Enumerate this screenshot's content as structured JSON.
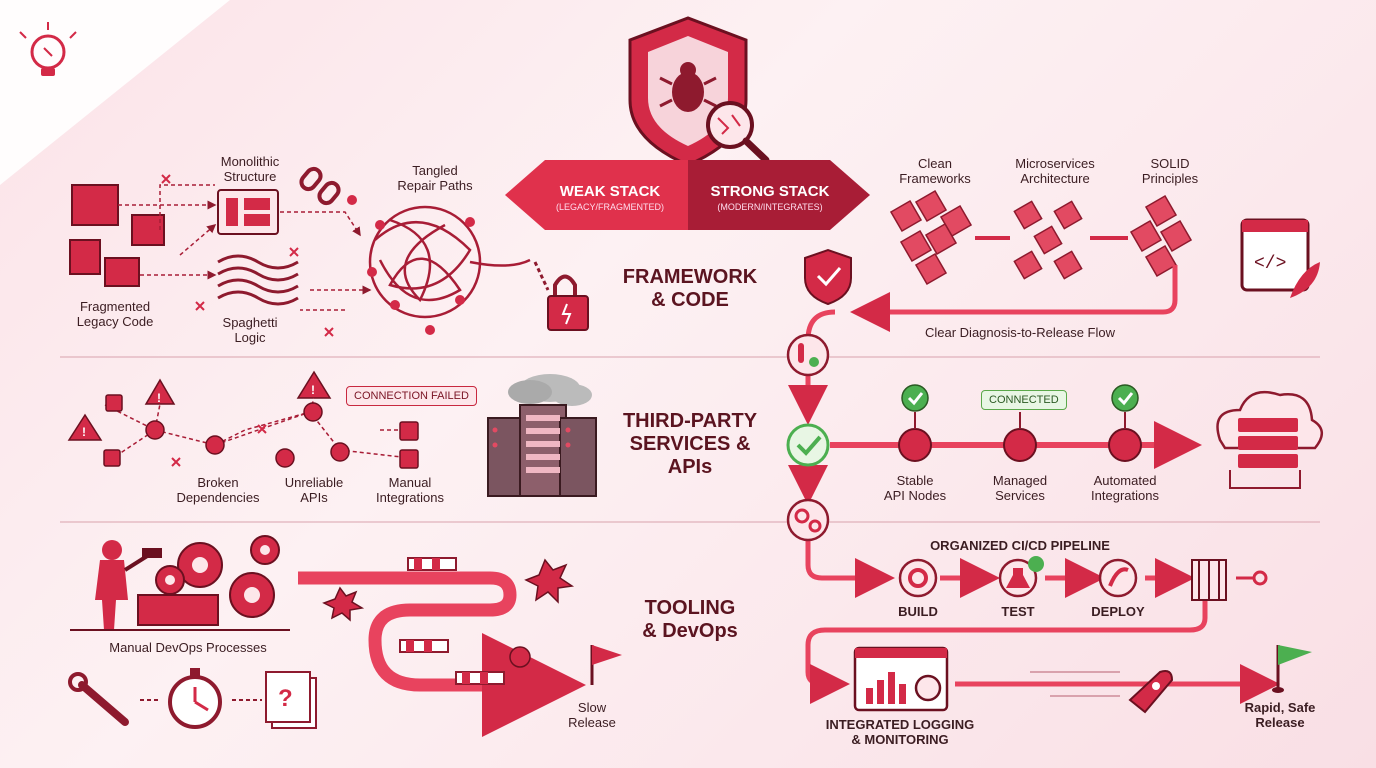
{
  "colors": {
    "accent": "#d32a47",
    "dark": "#8e1a2e",
    "green": "#4caf50",
    "background": "#fbe3e8"
  },
  "icons": [
    "lightbulb-icon",
    "shield-bug-icon",
    "magnifier-icon",
    "broken-chain-icon",
    "padlock-icon",
    "server-rack-icon",
    "cloud-server-icon",
    "code-window-icon",
    "gear-icon",
    "rocket-icon",
    "flag-icon",
    "stopwatch-icon",
    "wrench-icon",
    "warning-icon",
    "checkmark-icon",
    "barrier-icon",
    "gate-key-icon"
  ],
  "center": {
    "weak": {
      "title": "WEAK STACK",
      "subtitle": "(LEGACY/FRAGMENTED)"
    },
    "strong": {
      "title": "STRONG STACK",
      "subtitle": "(MODERN/INTEGRATES)"
    }
  },
  "sections": {
    "framework": "FRAMEWORK\n& CODE",
    "thirdparty": "THIRD-PARTY\nSERVICES &\nAPIs",
    "tooling": "TOOLING\n& DevOps"
  },
  "weak": {
    "fragmented": "Fragmented\nLegacy Code",
    "monolithic": "Monolithic\nStructure",
    "tangled": "Tangled\nRepair Paths",
    "spaghetti": "Spaghetti\nLogic",
    "connection_failed": "CONNECTION FAILED",
    "broken": "Broken\nDependencies",
    "unreliable": "Unreliable\nAPIs",
    "manual_int": "Manual\nIntegrations",
    "manual_devops": "Manual DevOps Processes",
    "slow": "Slow\nRelease"
  },
  "strong": {
    "clean": "Clean\nFrameworks",
    "micro": "Microservices\nArchitecture",
    "solid": "SOLID\nPrinciples",
    "flow": "Clear Diagnosis-to-Release Flow",
    "connected": "CONNECTED",
    "stable": "Stable\nAPI Nodes",
    "managed": "Managed\nServices",
    "automated": "Automated\nIntegrations",
    "pipeline": "ORGANIZED CI/CD PIPELINE",
    "build": "BUILD",
    "test": "TEST",
    "deploy": "DEPLOY",
    "logging": "INTEGRATED LOGGING\n& MONITORING",
    "rapid": "Rapid, Safe\nRelease"
  }
}
